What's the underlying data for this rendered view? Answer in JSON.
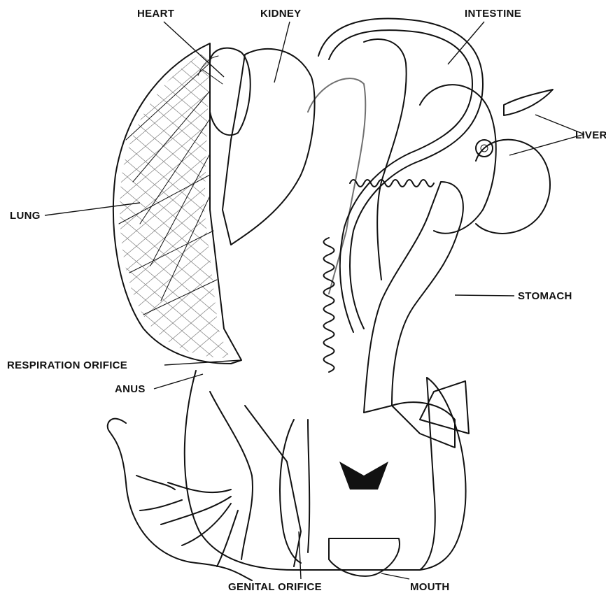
{
  "figure": {
    "labels": {
      "heart": "HEART",
      "kidney": "KIDNEY",
      "intestine": "INTESTINE",
      "liver": "LIVER",
      "lung": "LUNG",
      "stomach": "STOMACH",
      "respiration_orifice": "RESPIRATION ORIFICE",
      "anus": "ANUS",
      "genital_orifice": "GENITAL ORIFICE",
      "mouth": "MOUTH"
    },
    "colors": {
      "ink": "#111111",
      "paper": "#ffffff"
    }
  }
}
